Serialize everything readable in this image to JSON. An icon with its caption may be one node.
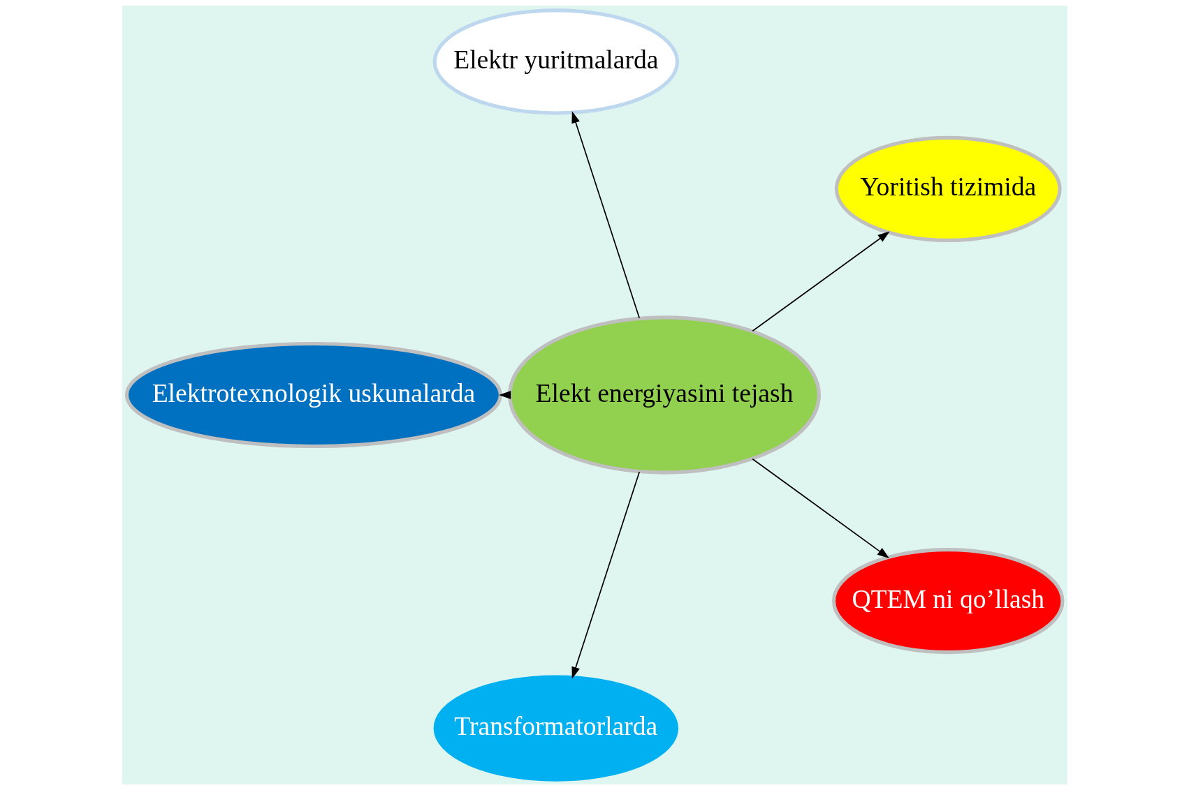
{
  "diagram": {
    "nodes": [
      {
        "text": [
          "Elekt energiyasini tejash"
        ]
      },
      {
        "text": [
          "Yoritish tizimida"
        ]
      },
      {
        "text": [
          "Elektr yuritmalarda"
        ]
      },
      {
        "text": [
          "Elektrotexnologik uskunalarda"
        ]
      },
      {
        "text": [
          "Transformatorlarda"
        ]
      },
      {
        "text": [
          "QTEM ni qo’llash"
        ]
      }
    ],
    "edges": [
      {
        "from": 0,
        "to": 1,
        "arrow": "to"
      },
      {
        "from": 0,
        "to": 2,
        "arrow": "to"
      },
      {
        "from": 0,
        "to": 3,
        "arrow": "to"
      },
      {
        "from": 0,
        "to": 4,
        "arrow": "to"
      },
      {
        "from": 0,
        "to": 5,
        "arrow": "to"
      }
    ]
  }
}
